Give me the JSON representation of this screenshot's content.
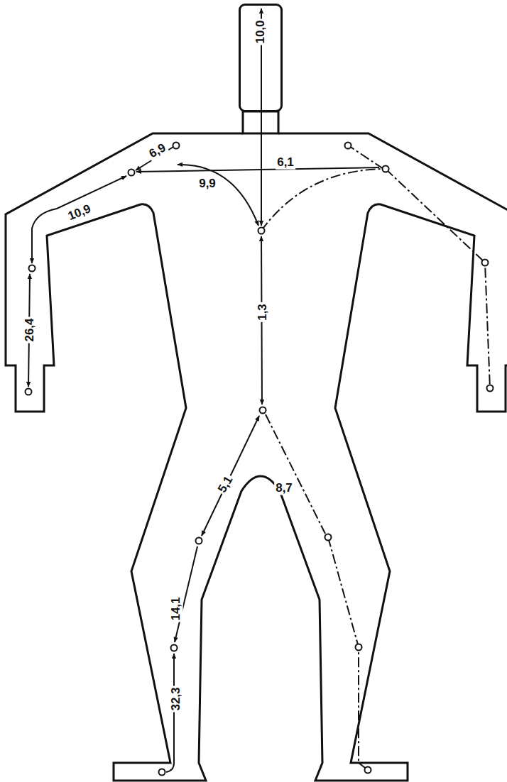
{
  "diagram": {
    "nodes": [
      {
        "text": [
          "10,0"
        ]
      }
    ],
    "labels": [
      "6,9",
      "6,1",
      "9,9",
      "10,9",
      "26,4",
      "1,3",
      "5,1",
      "8,7",
      "14,1",
      "32,3"
    ]
  }
}
